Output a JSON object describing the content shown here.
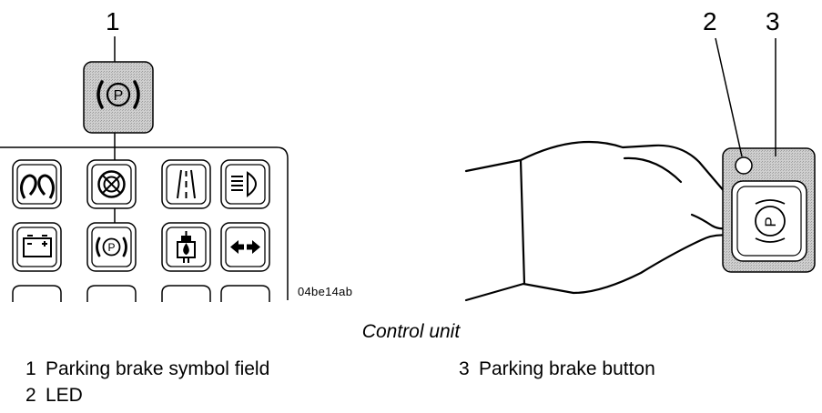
{
  "callouts": {
    "c1": "1",
    "c2": "2",
    "c3": "3"
  },
  "panel_icons": [
    "glow-plug-icon",
    "brake-fault-icon",
    "lane-lines-icon",
    "headlight-icon",
    "battery-icon",
    "parking-brake-icon",
    "coolant-icon",
    "turn-signal-icon"
  ],
  "reference_code": "04be14ab",
  "caption": "Control unit",
  "legend": [
    {
      "num": "1",
      "text": "Parking brake symbol field"
    },
    {
      "num": "2",
      "text": "LED"
    },
    {
      "num": "3",
      "text": "Parking brake button"
    }
  ]
}
